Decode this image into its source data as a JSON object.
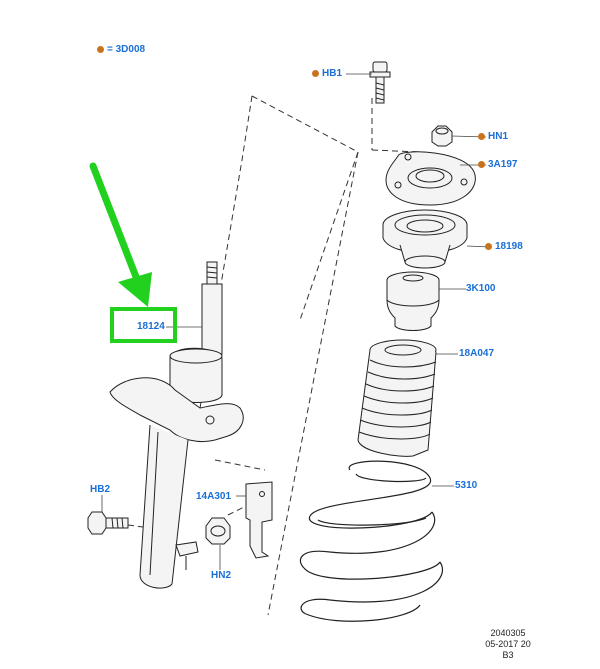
{
  "legend": {
    "dot_color": "#c8741e",
    "text": "= 3D008"
  },
  "parts": {
    "hb1": "HB1",
    "hn1": "HN1",
    "p3a197": "3A197",
    "p18198": "18198",
    "p3k100": "3K100",
    "p18a047": "18A047",
    "p5310": "5310",
    "p18124": "18124",
    "hb2": "HB2",
    "p14a301": "14A301",
    "hn2": "HN2"
  },
  "footer": {
    "line1": "2040305",
    "line2": "05-2017 20",
    "line3": "B3"
  },
  "colors": {
    "label": "#1a6fd6",
    "highlight": "#22d11e",
    "arrow": "#22d11e",
    "fastener_dot": "#c8741e"
  }
}
